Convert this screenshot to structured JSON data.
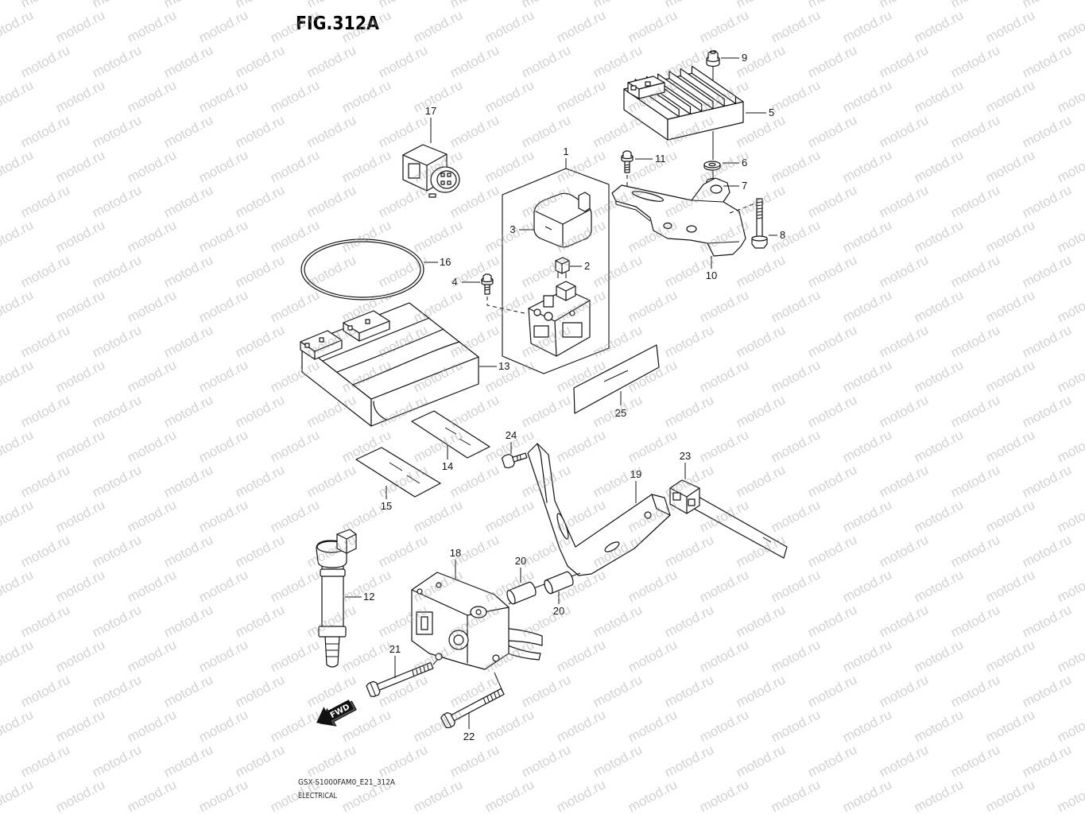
{
  "title": "FIG.312A",
  "footer": {
    "model_code": "GSX-S1000FAM0_E21_312A",
    "section": "ELECTRICAL"
  },
  "fwd_label": "FWD",
  "watermark": "motod.ru",
  "callouts": {
    "c1": "1",
    "c2": "2",
    "c3": "3",
    "c4": "4",
    "c5": "5",
    "c6": "6",
    "c7": "7",
    "c8": "8",
    "c9": "9",
    "c10": "10",
    "c11": "11",
    "c12": "12",
    "c13": "13",
    "c14": "14",
    "c15": "15",
    "c16": "16",
    "c17": "17",
    "c18": "18",
    "c19": "19",
    "c20a": "20",
    "c20b": "20",
    "c21": "21",
    "c22": "22",
    "c23": "23",
    "c24": "24",
    "c25": "25"
  }
}
